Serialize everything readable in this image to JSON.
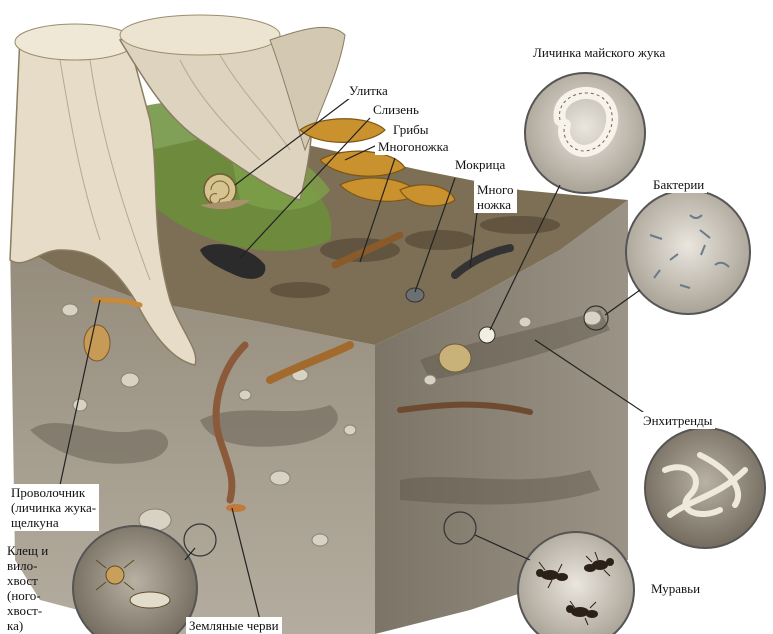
{
  "labels": {
    "snail": "Улитка",
    "slug": "Слизень",
    "fungi": "Грибы",
    "centipede": "Многоножка",
    "woodlouse": "Мокрица",
    "millipede": "Много\nножка",
    "may_beetle_larva": "Личинка майского жука",
    "bacteria": "Бактерии",
    "enchytraeids": "Энхитренды",
    "wireworm": "Проволочник\n(личинка жука-\nщелкуна",
    "mite_springtail": "Клещ и\nвило-\nхвост\n(ного-\nхвост-\nка)",
    "earthworms": "Земляные черви",
    "ants": "Муравьи"
  },
  "colors": {
    "soil": "#8b8272",
    "soil_dark": "#5e564a",
    "moss": "#6a8f3a",
    "stump": "#ded4c0",
    "fungus": "#c9922e",
    "leader": "#222222"
  }
}
